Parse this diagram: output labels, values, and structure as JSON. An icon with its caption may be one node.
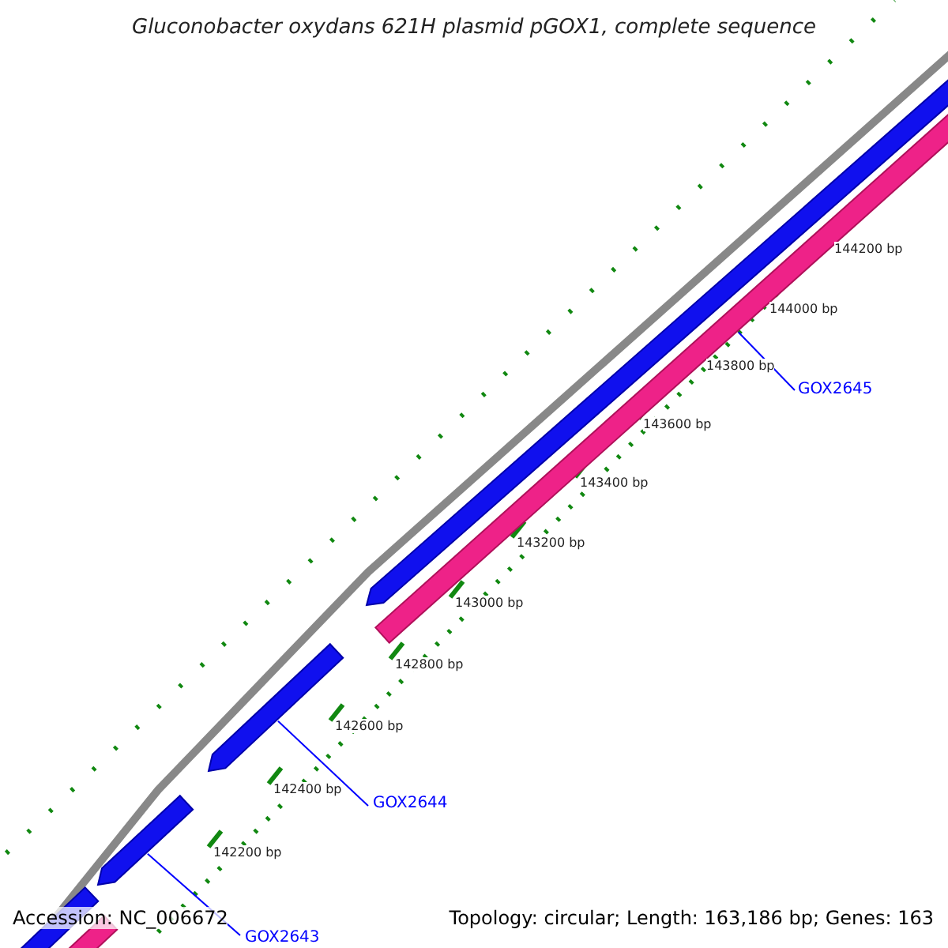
{
  "diagram": {
    "title": "Gluconobacter oxydans 621H plasmid pGOX1, complete sequence",
    "nodes": [
      {
        "text": [
          "GOX2645"
        ]
      },
      {
        "text": [],
        "shape": "arrow"
      },
      {
        "text": [
          "GOX2644"
        ]
      },
      {
        "text": [],
        "shape": "arrow"
      },
      {
        "text": [
          "GOX2643"
        ]
      },
      {
        "text": [],
        "shape": "arrow"
      }
    ],
    "edges": [
      {
        "from": 0,
        "to": 1,
        "arrow": "none"
      },
      {
        "from": 2,
        "to": 3,
        "arrow": "none"
      },
      {
        "from": 4,
        "to": 5,
        "arrow": "none"
      }
    ],
    "labels": [
      "144200 bp",
      "144000 bp",
      "143800 bp",
      "143600 bp",
      "143400 bp",
      "143200 bp",
      "143000 bp",
      "142800 bp",
      "142600 bp",
      "142400 bp",
      "142200 bp",
      "Accession: NC_006672",
      "Topology: circular; Length: 163,186 bp; Genes: 163"
    ]
  }
}
